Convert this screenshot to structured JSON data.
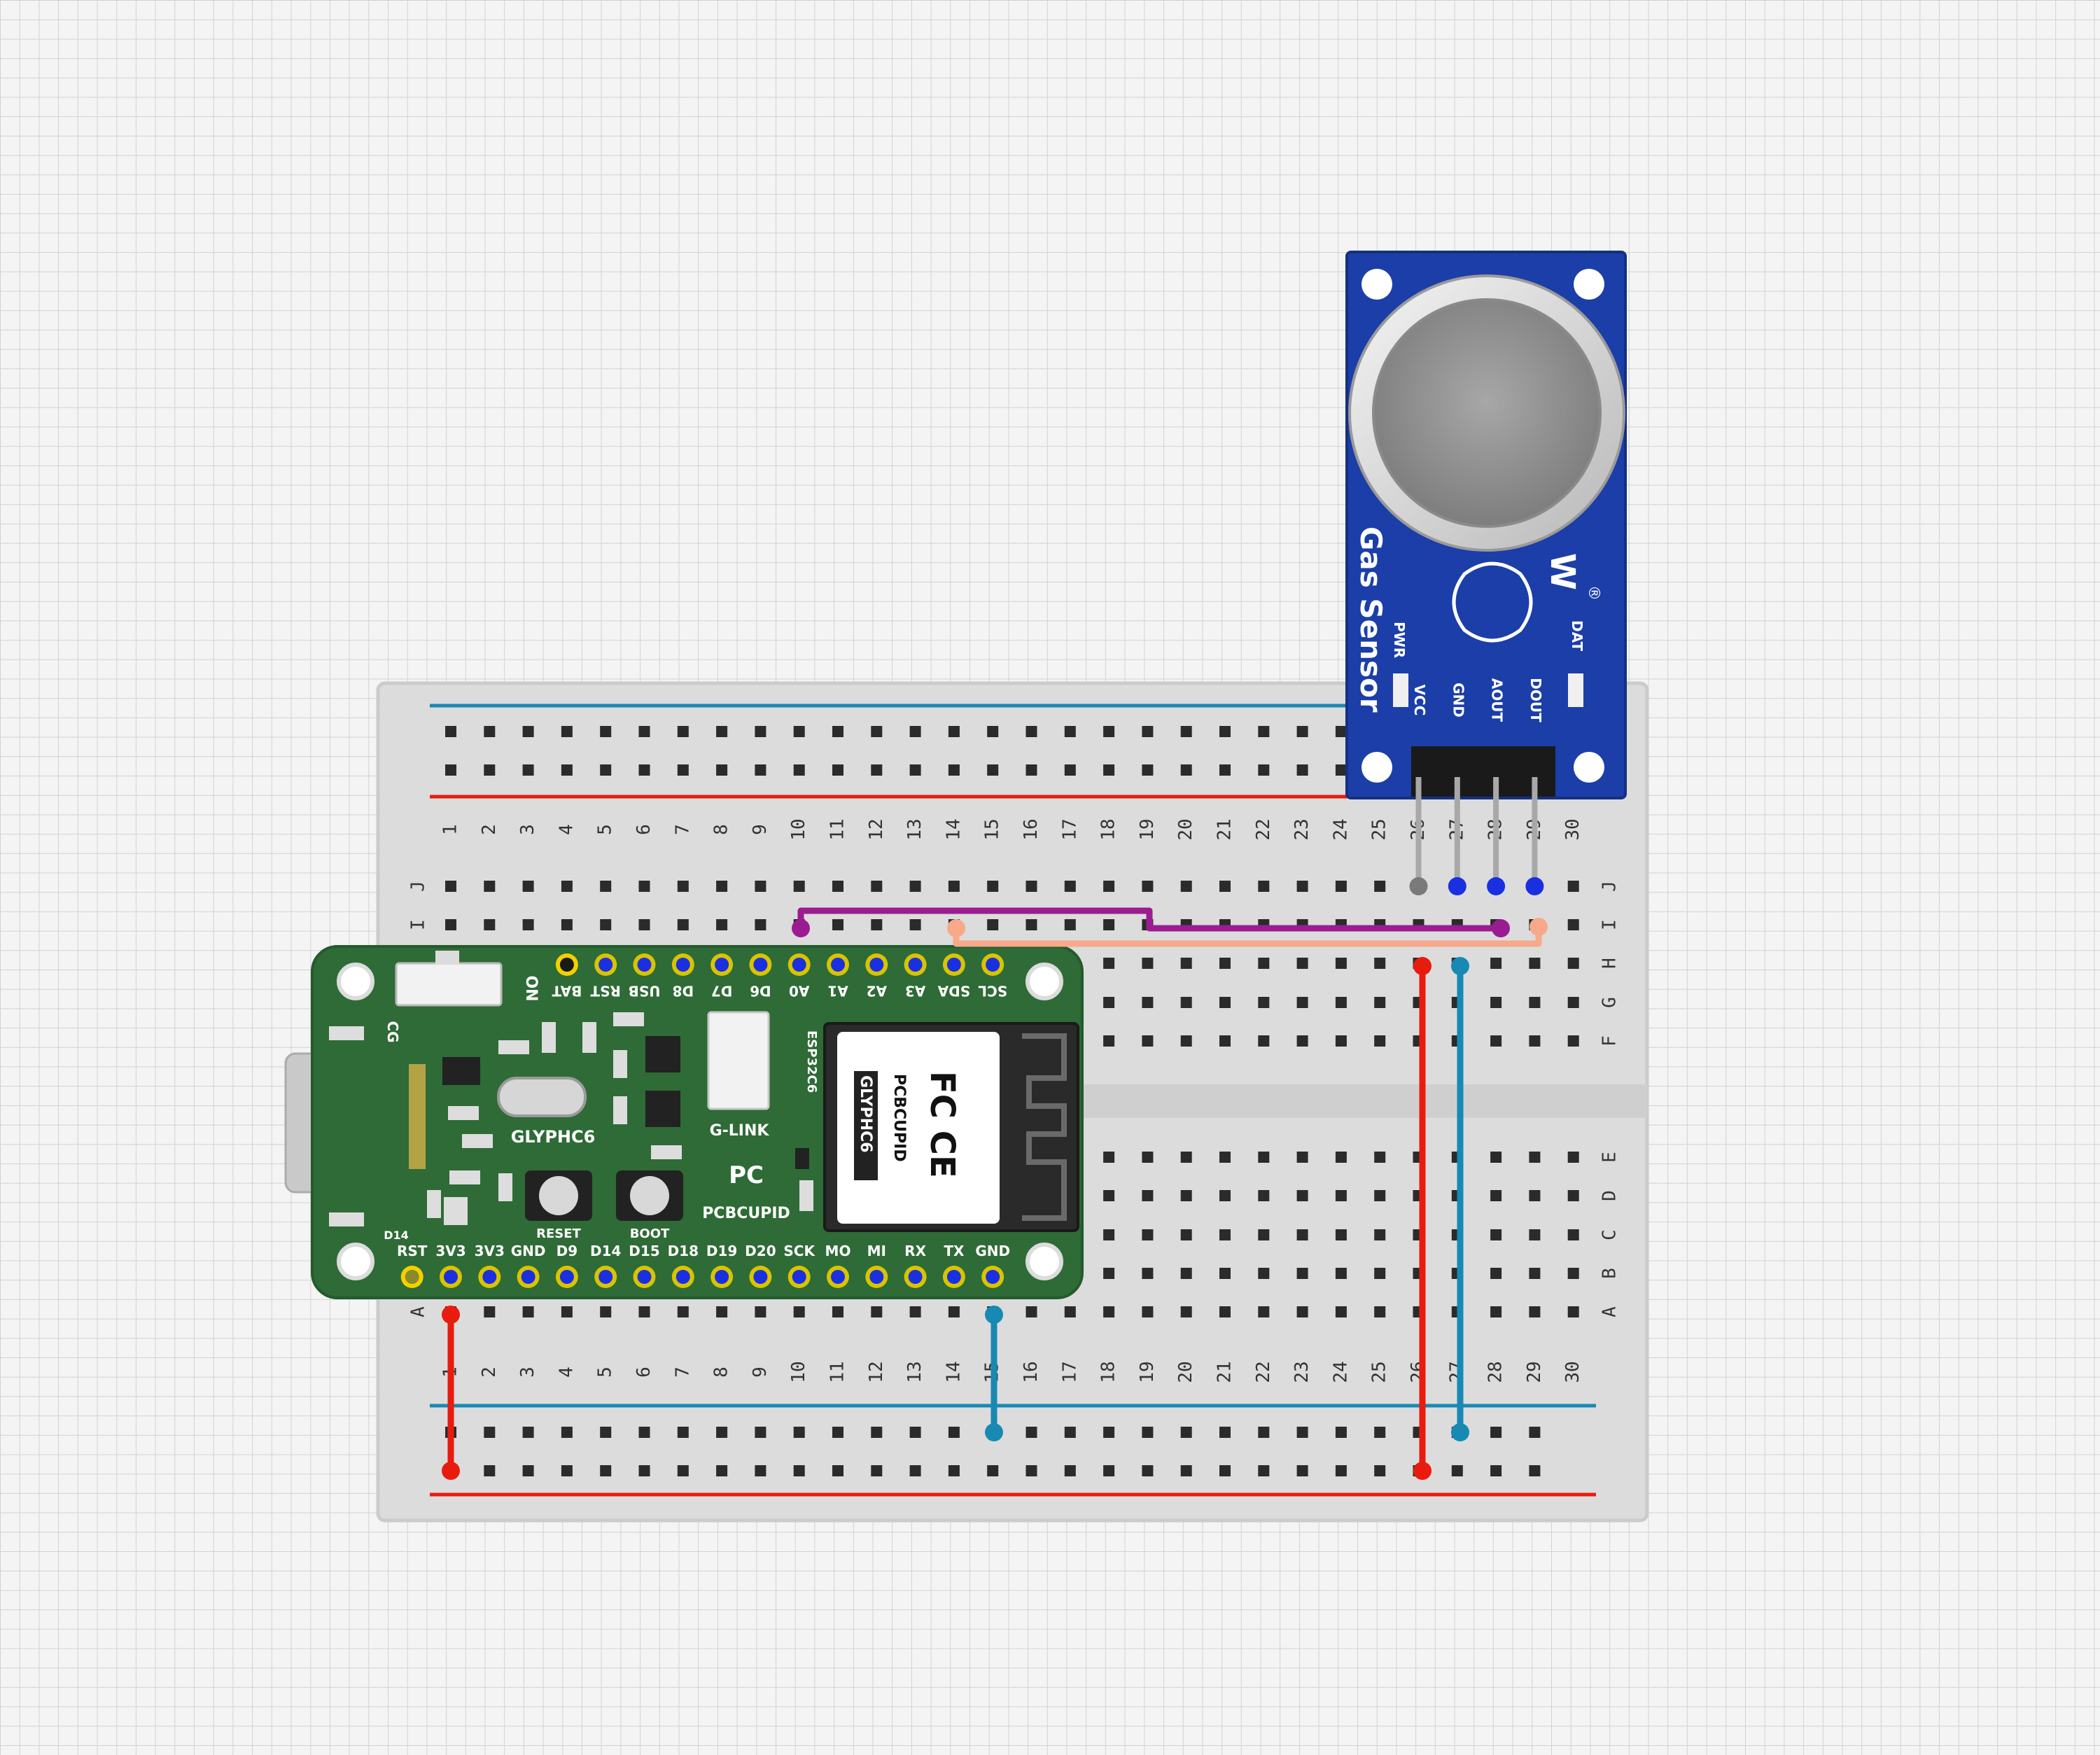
{
  "breadboard": {
    "columns": [
      "1",
      "2",
      "3",
      "4",
      "5",
      "6",
      "7",
      "8",
      "9",
      "10",
      "11",
      "12",
      "13",
      "14",
      "15",
      "16",
      "17",
      "18",
      "19",
      "20",
      "21",
      "22",
      "23",
      "24",
      "25",
      "26",
      "27",
      "28",
      "29",
      "30"
    ],
    "top_rows": [
      "J",
      "I",
      "H",
      "G",
      "F"
    ],
    "bottom_rows": [
      "E",
      "D",
      "C",
      "B",
      "A"
    ]
  },
  "mcu": {
    "board_name": "GLYPHC6",
    "brand": "PCBCUPID",
    "logo": "PC",
    "module_chip": "ESP32C6",
    "module_name": "GLYPHC6",
    "module_brand": "PCBCUPID",
    "module_marks": "FC CE",
    "on_label": "ON",
    "cg_label": "CG",
    "d14_label": "D14",
    "glink_label": "G-LINK",
    "reset_label": "RESET",
    "boot_label": "BOOT",
    "top_pins": [
      "BAT",
      "RST",
      "USB",
      "D8",
      "D7",
      "D6",
      "A0",
      "A1",
      "A2",
      "A3",
      "SDA",
      "SCL"
    ],
    "bottom_pins": [
      "RST",
      "3V3",
      "3V3",
      "GND",
      "D9",
      "D14",
      "D15",
      "D18",
      "D19",
      "D20",
      "SCK",
      "MO",
      "MI",
      "RX",
      "TX",
      "GND"
    ]
  },
  "sensor": {
    "title": "Gas Sensor",
    "brand_mark": "W",
    "registered": "®",
    "pwr_label": "PWR",
    "dat_label": "DAT",
    "pins": [
      "VCC",
      "GND",
      "AOUT",
      "DOUT"
    ]
  },
  "colors": {
    "board": "#2e6b36",
    "sensor_pcb": "#1b3ea8",
    "wire_power": "#e81c0e",
    "wire_ground": "#1889b3",
    "wire_analog": "#9b1c91",
    "wire_digital": "#f7a98a",
    "pin_active": "#1a2fe0"
  }
}
